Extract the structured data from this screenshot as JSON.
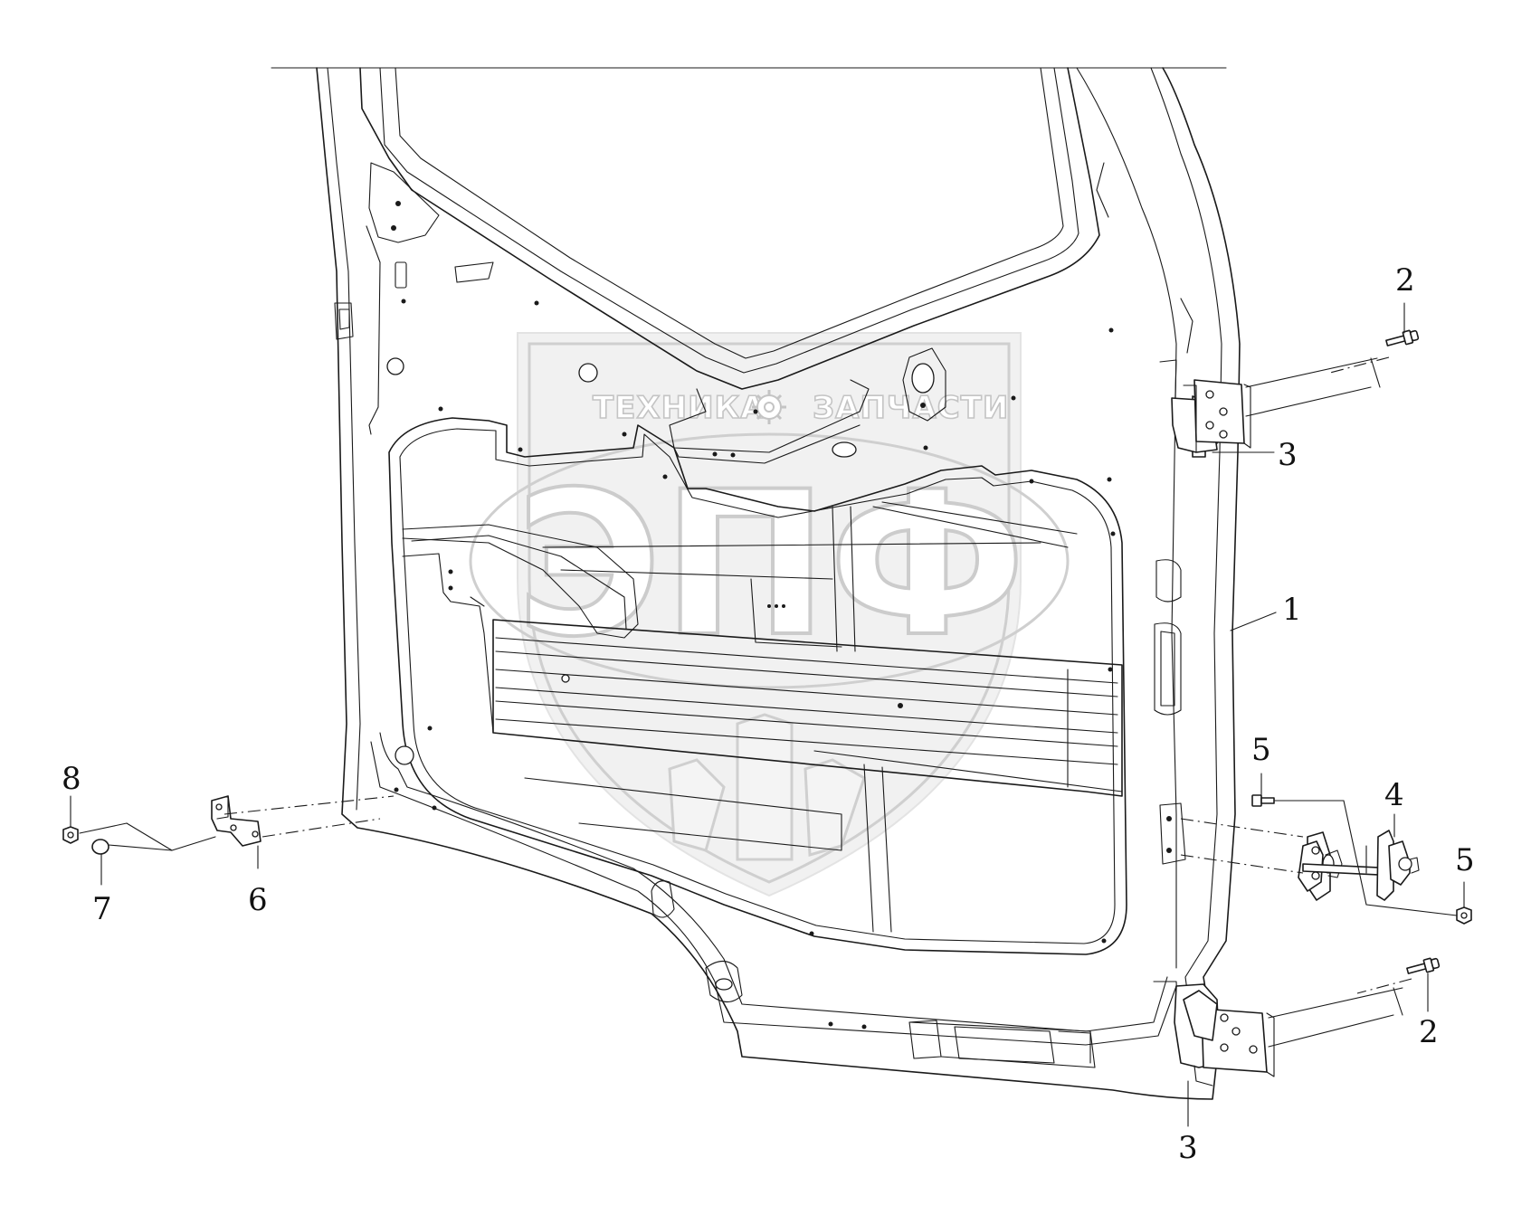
{
  "watermark": {
    "top_line_left": "ТЕХНИКА",
    "top_line_right": "ЗАПЧАСТИ",
    "monogram": "ЭПФ",
    "icon": "gear-icon"
  },
  "callouts": {
    "item_1": "1",
    "item_2_upper": "2",
    "item_2_lower": "2",
    "item_3_upper": "3",
    "item_3_lower": "3",
    "item_4": "4",
    "item_5_upper": "5",
    "item_5_lower": "5",
    "item_6": "6",
    "item_7": "7",
    "item_8": "8"
  }
}
